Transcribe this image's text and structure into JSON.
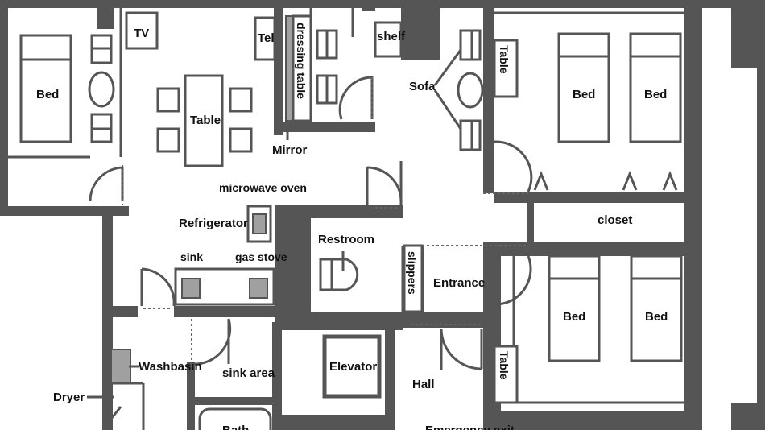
{
  "labels": {
    "bed_left": "Bed",
    "tv": "TV",
    "tel": "Tel",
    "dressing_table": "dressing table",
    "shelf": "shelf",
    "table_center": "Table",
    "mirror": "Mirror",
    "sofa": "Sofa",
    "table_right_top": "Table",
    "bed_r1": "Bed",
    "bed_r2": "Bed",
    "microwave": "microwave oven",
    "refrigerator": "Refrigerator",
    "sink": "sink",
    "gas_stove": "gas stove",
    "restroom": "Restroom",
    "slippers": "slippers",
    "entrance": "Entrance",
    "closet": "closet",
    "bed_r3": "Bed",
    "bed_r4": "Bed",
    "washbasin": "Washbasin",
    "sink_area": "sink area",
    "elevator": "Elevator",
    "hall": "Hall",
    "table_right_bottom": "Table",
    "dryer": "Dryer",
    "bath": "Bath",
    "emergency_exit": "Emergency exit"
  },
  "colors": {
    "wall": "#555555",
    "fixture": "#a0a0a0",
    "background": "#ffffff"
  }
}
